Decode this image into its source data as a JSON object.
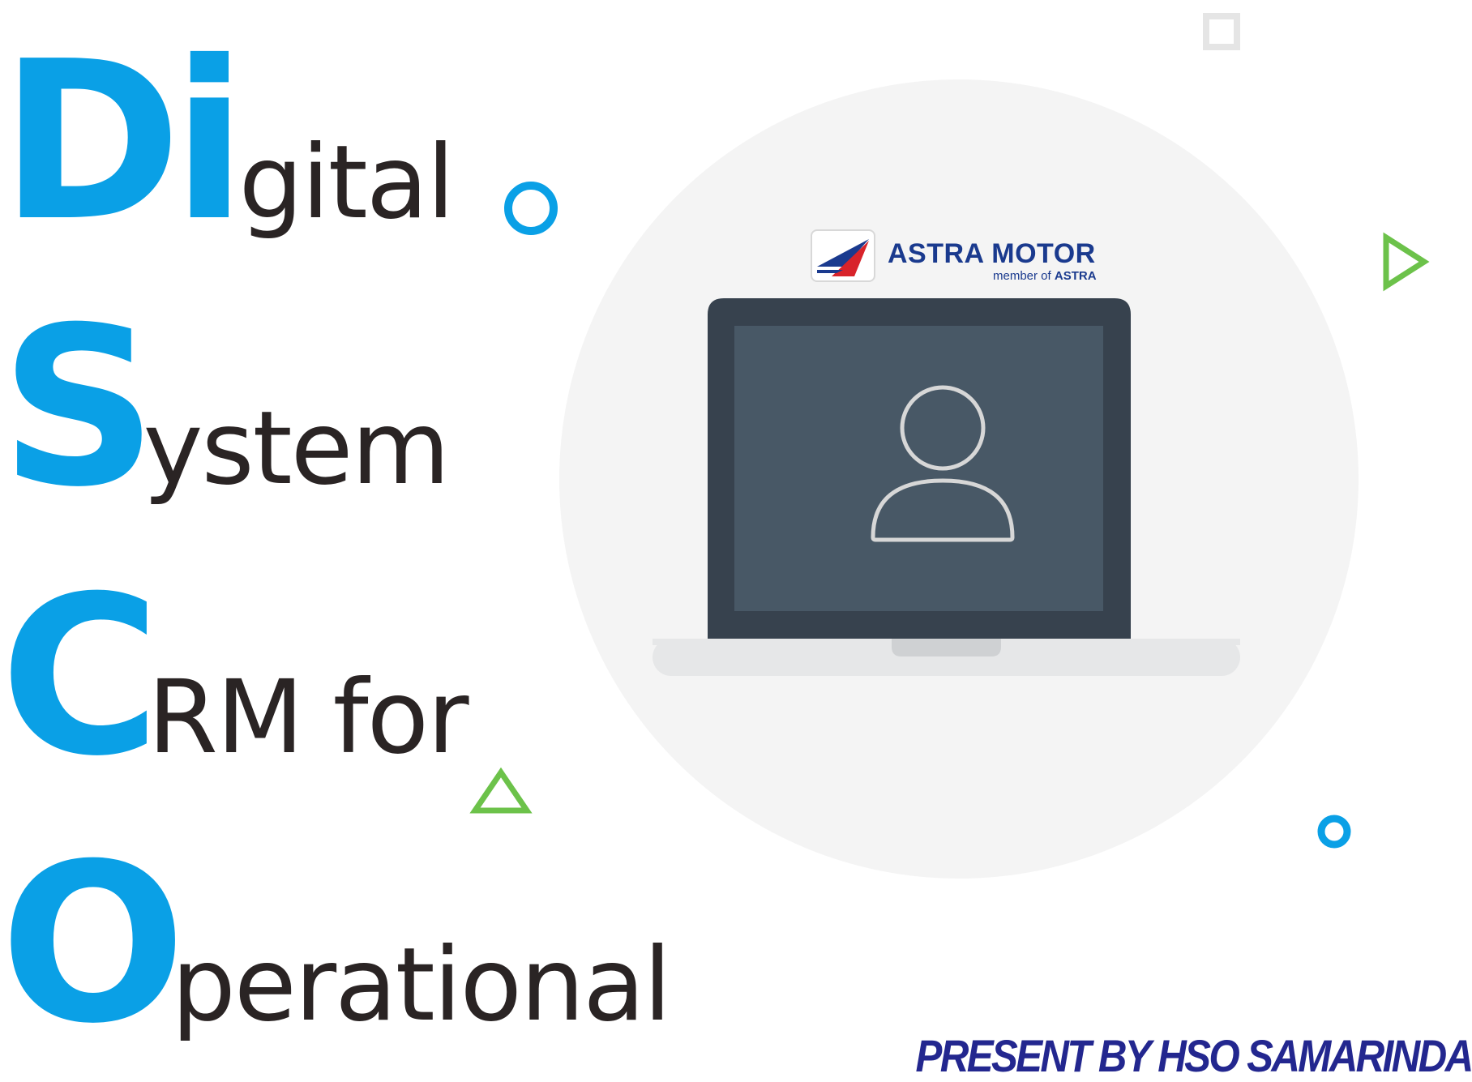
{
  "title_lines": [
    {
      "initial": "Di",
      "rest": "gital"
    },
    {
      "initial": "S",
      "rest": "ystem"
    },
    {
      "initial": "C",
      "rest": "RM for"
    },
    {
      "initial": "O",
      "rest": "perational"
    }
  ],
  "logo": {
    "name": "ASTRA MOTOR",
    "tagline_prefix": "member of",
    "tagline_brand": "ASTRA"
  },
  "footer": "PRESENT BY HSO SAMARINDA",
  "colors": {
    "accent_blue": "#0aa0e6",
    "text_dark": "#2a2424",
    "deco_green": "#6cc24a",
    "footer_navy": "#23278f",
    "brand_navy": "#1a3a8e",
    "brand_red": "#d8232a",
    "laptop_frame": "#37424e",
    "laptop_screen": "#485866"
  },
  "icons": [
    "user-icon",
    "laptop-icon",
    "astra-logo-mark",
    "ring-decoration",
    "triangle-decoration",
    "square-decoration"
  ]
}
